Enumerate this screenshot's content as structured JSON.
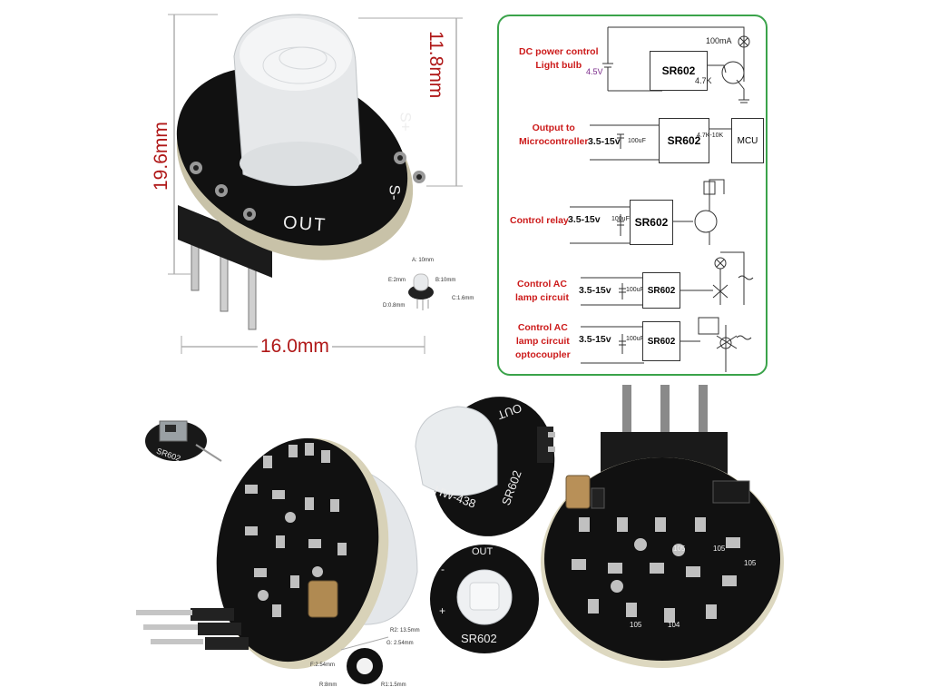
{
  "dimensions": {
    "height": "19.6mm",
    "lens_height": "11.8mm",
    "width": "16.0mm"
  },
  "board_markings": {
    "top_view": {
      "out": "OUT",
      "plus": "S+",
      "minus": "S-"
    },
    "angled_view": {
      "model": "HW-438",
      "chip": "SR602",
      "out": "OUT"
    },
    "front_view": {
      "chip": "SR602",
      "out": "OUT",
      "plus": "+",
      "minus": "-"
    },
    "chip_sample": "SR602",
    "smd_codes": [
      "105",
      "105",
      "105",
      "104",
      "105"
    ]
  },
  "small_dims_top": {
    "a": "A: 10mm",
    "b": "B:10mm",
    "c": "C:1.6mm",
    "d": "D:0.8mm",
    "e": "E:2mm"
  },
  "small_dims_bottom": {
    "r2": "R2: 13.5mm",
    "g": "G: 2.54mm",
    "f": "F:2.54mm",
    "r": "R:8mm",
    "r1": "R1:1.5mm"
  },
  "circuits": [
    {
      "label": "DC power control\nLight bulb",
      "voltage": "4.5V",
      "chip": "SR602",
      "parts": [
        "100mA",
        "4.7K"
      ]
    },
    {
      "label": "Output to\nMicrocontroller",
      "voltage": "3.5-15v",
      "chip": "SR602",
      "parts": [
        "100uF",
        "4.7K-10K",
        "MCU"
      ]
    },
    {
      "label": "Control relay",
      "voltage": "3.5-15v",
      "chip": "SR602",
      "parts": [
        "100uF"
      ]
    },
    {
      "label": "Control AC\nlamp circuit",
      "voltage": "3.5-15v",
      "chip": "SR602",
      "parts": [
        "100uF"
      ]
    },
    {
      "label": "Control AC\nlamp circuit\noptocoupler",
      "voltage": "3.5-15v",
      "chip": "SR602",
      "parts": [
        "100uF"
      ]
    }
  ],
  "colors": {
    "dimension": "#b01818",
    "panel_border": "#3aa34a",
    "circuit_label": "#cc1a1a",
    "pcb": "#111111",
    "lens": "#eef0f2"
  }
}
